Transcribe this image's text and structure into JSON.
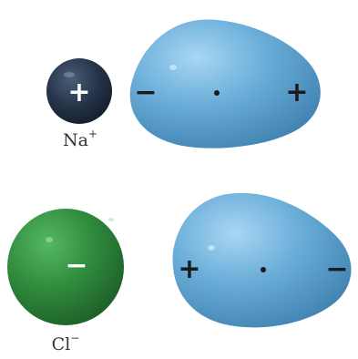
{
  "ions": [
    {
      "name": "sodium-ion",
      "label": {
        "base": "Na",
        "charge": "+"
      },
      "charge_sign": "+",
      "color": "#2a3a50"
    },
    {
      "name": "chloride-ion",
      "label": {
        "base": "Cl",
        "charge": "−"
      },
      "charge_sign": "−",
      "color": "#2f8a3c"
    }
  ],
  "molecules": [
    {
      "name": "polarized-molecule-top",
      "left_sign": "−",
      "right_sign": "+",
      "color": "#6aaed9"
    },
    {
      "name": "polarized-molecule-bottom",
      "left_sign": "+",
      "right_sign": "−",
      "color": "#6aaed9"
    }
  ]
}
